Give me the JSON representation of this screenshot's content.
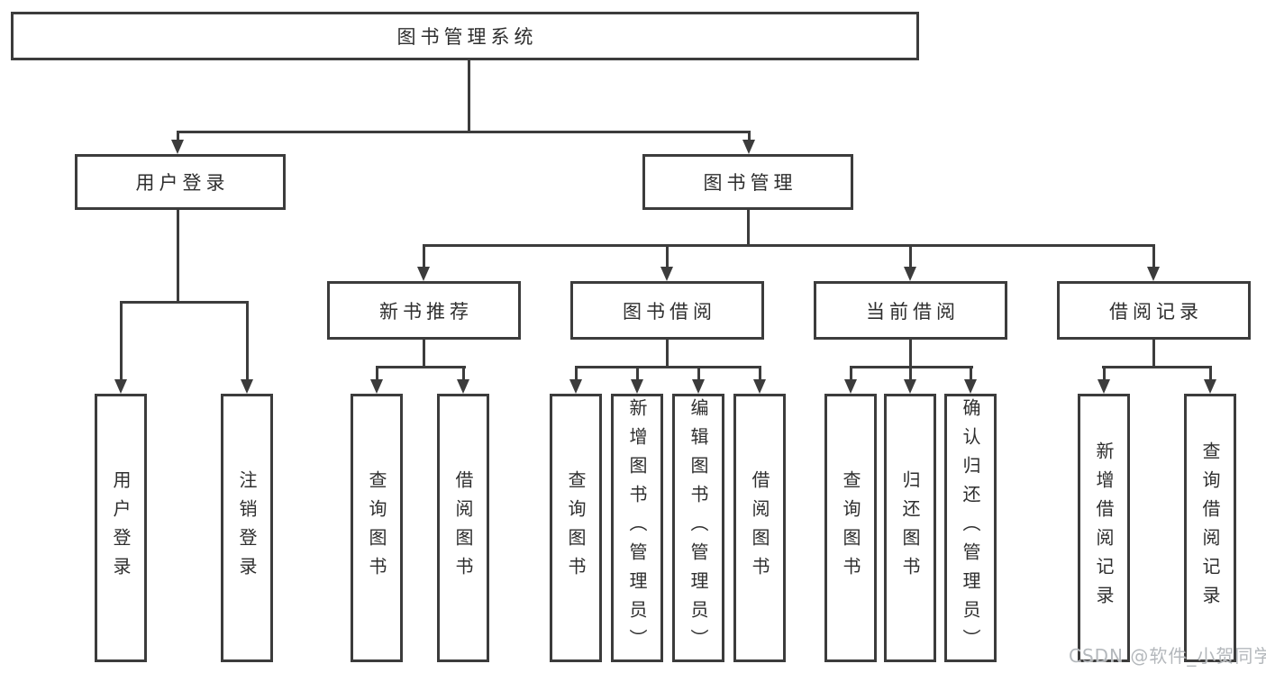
{
  "diagram": {
    "root": {
      "label": "图书管理系统"
    },
    "branches": [
      {
        "label": "用户登录",
        "children": [
          {
            "label": "用户登录"
          },
          {
            "label": "注销登录"
          }
        ]
      },
      {
        "label": "图书管理",
        "groups": [
          {
            "label": "新书推荐",
            "children": [
              {
                "label": "查询图书"
              },
              {
                "label": "借阅图书"
              }
            ]
          },
          {
            "label": "图书借阅",
            "children": [
              {
                "label": "查询图书"
              },
              {
                "label": "新增图书（管理员）"
              },
              {
                "label": "编辑图书（管理员）"
              },
              {
                "label": "借阅图书"
              }
            ]
          },
          {
            "label": "当前借阅",
            "children": [
              {
                "label": "查询图书"
              },
              {
                "label": "归还图书"
              },
              {
                "label": "确认归还（管理员）"
              }
            ]
          },
          {
            "label": "借阅记录",
            "children": [
              {
                "label": "新增借阅记录"
              },
              {
                "label": "查询借阅记录"
              }
            ]
          }
        ]
      }
    ]
  },
  "watermark": {
    "text": "CSDN @软件_小贺同学"
  },
  "colors": {
    "line": "#3c3c3c",
    "text": "#2e2e2e",
    "background": "#ffffff",
    "watermark": "#b4b8bc"
  }
}
